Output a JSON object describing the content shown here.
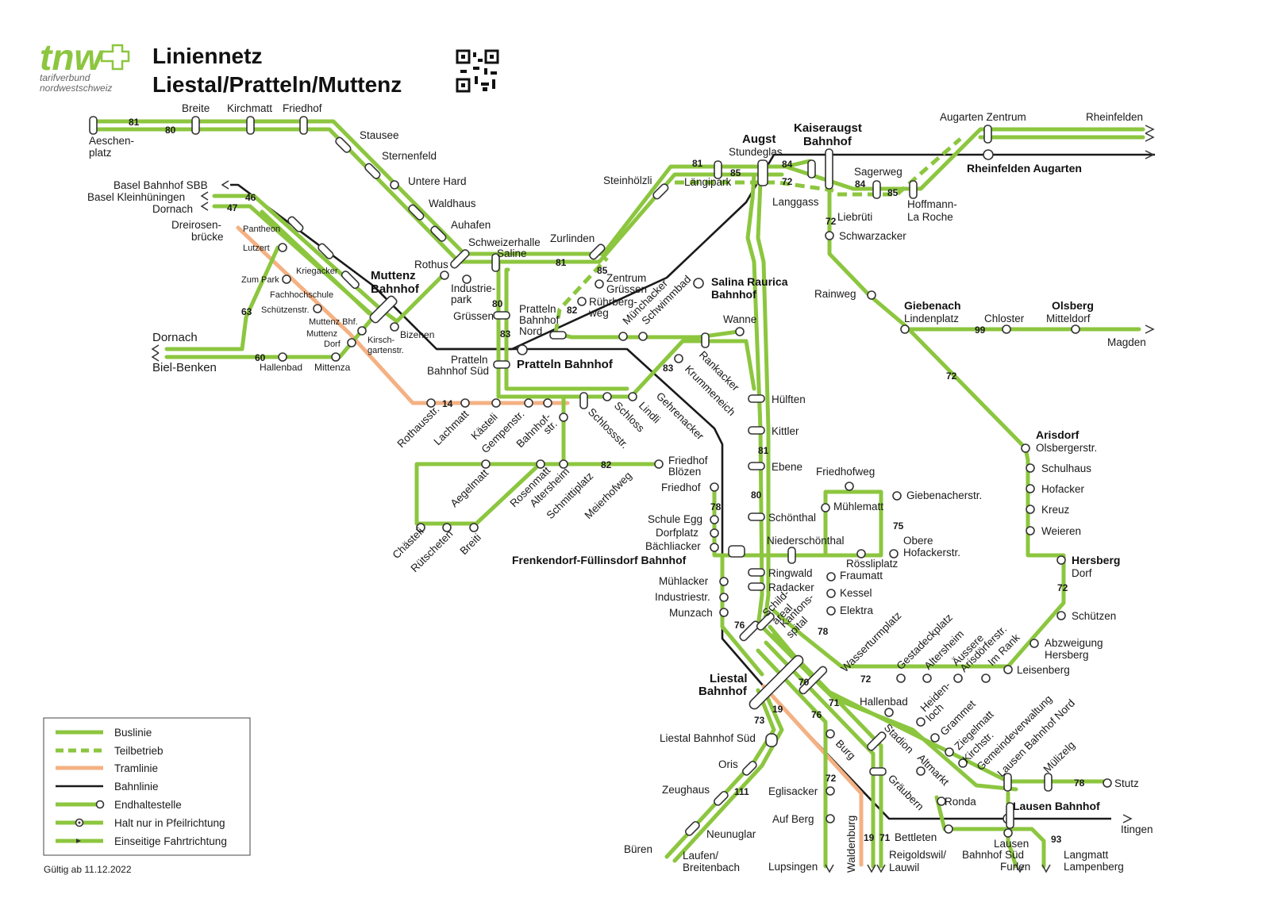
{
  "header": {
    "logo_text": "tnw",
    "logo_sub1": "tarifverbund",
    "logo_sub2": "nordwestschweiz",
    "title_line1": "Liniennetz",
    "title_line2": "Liestal/Pratteln/Muttenz"
  },
  "colors": {
    "bus": "#8cc63f",
    "tram": "#f4b183",
    "rail": "#1a1a1a"
  },
  "legend": {
    "items": [
      {
        "label": "Buslinie",
        "style": "bus"
      },
      {
        "label": "Teilbetrieb",
        "style": "bus-dashed"
      },
      {
        "label": "Tramlinie",
        "style": "tram"
      },
      {
        "label": "Bahnlinie",
        "style": "rail"
      },
      {
        "label": "Endhaltestelle",
        "style": "terminus"
      },
      {
        "label": "Halt nur in Pfeilrichtung",
        "style": "one-direction-stop"
      },
      {
        "label": "Einseitige Fahrtrichtung",
        "style": "one-way"
      }
    ]
  },
  "valid_from": "Gültig ab 11.12.2022",
  "line_numbers": [
    "81",
    "80",
    "46",
    "47",
    "63",
    "60",
    "14",
    "80",
    "81",
    "83",
    "85",
    "82",
    "83",
    "81",
    "72",
    "84",
    "85",
    "84",
    "85",
    "72",
    "99",
    "72",
    "72",
    "78",
    "75",
    "80",
    "81",
    "76",
    "70",
    "78",
    "72",
    "19",
    "73",
    "111",
    "72",
    "71",
    "76",
    "78",
    "93",
    "19",
    "71",
    "82"
  ],
  "stations": {
    "aeschenplatz": "Aeschen-\nplatz",
    "breite": "Breite",
    "kirchmatt": "Kirchmatt",
    "friedhof_top": "Friedhof",
    "stausee": "Stausee",
    "sternenfeld": "Sternenfeld",
    "untere_hard": "Untere Hard",
    "waldhaus": "Waldhaus",
    "auhafen": "Auhafen",
    "schweizerhalle": "Schweizerhalle",
    "saline": "Saline",
    "zurlinden": "Zurlinden",
    "steinhoelzli": "Steinhölzli",
    "laengipark": "Längipark",
    "augst": "Augst",
    "stundeglas": "Stundeglas",
    "kaiseraugst": "Kaiseraugst",
    "kaiseraugst2": "Bahnhof",
    "langgass": "Langgass",
    "liebrueti": "Liebrüti",
    "schwarzacker": "Schwarzacker",
    "sagerweg": "Sagerweg",
    "hoffmann": "Hoffmann-",
    "laroche": "La Roche",
    "augarten_zentrum": "Augarten Zentrum",
    "rheinfelden": "Rheinfelden",
    "rheinfelden_augarten": "Rheinfelden Augarten",
    "basel_sbb": "Basel Bahnhof SBB",
    "basel_klein": "Basel Kleinhüningen",
    "dornach_top": "Dornach",
    "dreirosen": "Dreirosen-",
    "bruecke": "brücke",
    "pantheon": "Pantheon",
    "lutzert": "Lutzert",
    "zum_park": "Zum Park",
    "kriegacker": "Kriegacker",
    "fachhochschule": "Fachhochschule",
    "schuetzenstr": "Schützenstr.",
    "muttenz_bahnhof1": "Muttenz",
    "muttenz_bahnhof2": "Bahnhof",
    "muttenz_bhf": "Muttenz Bhf.",
    "muttenz_dorf1": "Muttenz",
    "muttenz_dorf2": "Dorf",
    "kirschgarten1": "Kirsch-",
    "kirschgarten2": "gartenstr.",
    "bizenen": "Bizenen",
    "rothus": "Rothus",
    "industriepark1": "Industrie-",
    "industriepark2": "park",
    "gruessen": "Grüssen",
    "zentrum_gruessen1": "Zentrum",
    "zentrum_gruessen2": "Grüssen",
    "ruehrbergweg1": "Rührberg-",
    "ruehrbergweg2": "weg",
    "pratteln_nord1": "Pratteln",
    "pratteln_nord2": "Bahnhof",
    "pratteln_nord3": "Nord",
    "pratteln_sued1": "Pratteln",
    "pratteln_sued2": "Bahnhof Süd",
    "pratteln_bahnhof": "Pratteln Bahnhof",
    "dornach_left": "Dornach",
    "biel_benken": "Biel-Benken",
    "hallenbad_left": "Hallenbad",
    "mittenza": "Mittenza",
    "muenchacker": "Münchacker",
    "schwimmbad": "Schwimmbad",
    "salina_raurica1": "Salina Raurica",
    "salina_raurica2": "Bahnhof",
    "wanne": "Wanne",
    "rankacker": "Rankacker",
    "krummeneich": "Krummeneich",
    "gehrenacker": "Gehrenacker",
    "lindli": "Lindli",
    "schloss": "Schloss",
    "schlossstr": "Schlossstr.",
    "rothausstr": "Rothausstr.",
    "lachmatt": "Lachmatt",
    "kaesteli": "Kästeli",
    "gempenstr": "Gempenstr.",
    "bahnhofstr": "Bahnhof-",
    "bahnhofstr2": "str.",
    "rainweg": "Rainweg",
    "giebenach1": "Giebenach",
    "giebenach2": "Lindenplatz",
    "chloster": "Chloster",
    "olsberg1": "Olsberg",
    "olsberg2": "Mitteldorf",
    "magden": "Magden",
    "huelften": "Hülften",
    "kittler": "Kittler",
    "ebene": "Ebene",
    "schoenthal": "Schönthal",
    "niederschoenthal": "Niederschönthal",
    "ringwald": "Ringwald",
    "radacker": "Radacker",
    "schildareal": "Schild-",
    "schildareal2": "areal",
    "kantonsspital": "Kantons-",
    "kantonsspital2": "spital",
    "friedhofweg": "Friedhofweg",
    "muehlematt": "Mühlematt",
    "giebenacherstr": "Giebenacherstr.",
    "obere_hof1": "Obere",
    "obere_hof2": "Hofackerstr.",
    "roessliplatz": "Rössliplatz",
    "fraumatt": "Fraumatt",
    "kessel": "Kessel",
    "elektra": "Elektra",
    "wasserturmplatz": "Wasserturmplatz",
    "gestadeckplatz": "Gestadeckplatz",
    "altersheim_r": "Altersheim",
    "aeussere1": "Äussere",
    "aeussere2": "Arisdörferstr.",
    "im_rank": "Im Rank",
    "leisenberg": "Leisenberg",
    "arisdorf1": "Arisdorf",
    "arisdorf2": "Olsbergerstr.",
    "schulhaus": "Schulhaus",
    "hofacker": "Hofacker",
    "kreuz": "Kreuz",
    "weieren": "Weieren",
    "hersberg1": "Hersberg",
    "hersberg2": "Dorf",
    "schuetzen": "Schützen",
    "abzweigung1": "Abzweigung",
    "abzweigung2": "Hersberg",
    "friedhof_bloezen1": "Friedhof",
    "friedhof_bloezen2": "Blözen",
    "meierhofweg": "Meierhofweg",
    "schmittiplatz": "Schmittiplatz",
    "altersheim_l": "Altersheim",
    "rosenmatt": "Rosenmatt",
    "aegelmatt": "Aegelmatt",
    "breiti": "Breiti",
    "ruetscheten": "Rütscheten",
    "chaesteli": "Chästeli",
    "friedhof_f": "Friedhof",
    "schule_egg": "Schule Egg",
    "dorfplatz": "Dorfplatz",
    "baechliacker": "Bächliacker",
    "frenkendorf": "Frenkendorf-Füllinsdorf Bahnhof",
    "muehlacker": "Mühlacker",
    "industriestr": "Industriestr.",
    "munzach": "Munzach",
    "liestal1": "Liestal",
    "liestal2": "Bahnhof",
    "liestal_sued": "Liestal Bahnhof Süd",
    "oris": "Oris",
    "zeughaus": "Zeughaus",
    "neunuglar": "Neunuglar",
    "bueren": "Büren",
    "laufen1": "Laufen/",
    "laufen2": "Breitenbach",
    "burg": "Burg",
    "eglisacker": "Eglisacker",
    "auf_berg": "Auf Berg",
    "lupsingen": "Lupsingen",
    "waldenburg": "Waldenburg",
    "reigoldswil1": "Reigoldswil/",
    "reigoldswil2": "Lauwil",
    "bettleten": "Bettleten",
    "hallenbad_r": "Hallenbad",
    "heidenloch1": "Heiden-",
    "heidenloch2": "loch",
    "grammet": "Grammet",
    "ziegelmatt": "Ziegelmatt",
    "kirchstr": "Kirchstr.",
    "gemeindeverwaltung": "Gemeindeverwaltung",
    "lausen_nord": "Lausen Bahnhof Nord",
    "stadion": "Stadion",
    "altmarkt": "Altmarkt",
    "graeubern": "Gräubern",
    "ronda": "Ronda",
    "muelizelg": "Mülizelg",
    "stutz": "Stutz",
    "lausen_bahnhof": "Lausen Bahnhof",
    "itingen": "Itingen",
    "lausen_sued1": "Lausen",
    "lausen_sued2": "Bahnhof Süd",
    "furlen": "Furlen",
    "langmatt1": "Langmatt",
    "langmatt2": "Lampenberg"
  }
}
